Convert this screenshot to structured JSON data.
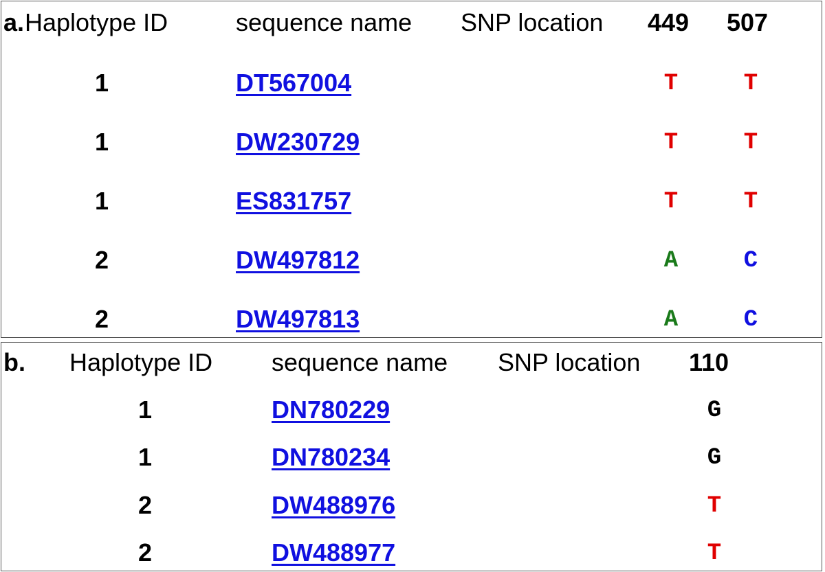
{
  "colors": {
    "link": "#1010e0",
    "T": "#e00000",
    "A": "#1a7a1a",
    "C": "#1010e0",
    "G": "#000000",
    "border": "#555555"
  },
  "panel_a": {
    "label": "a.",
    "headers": {
      "haplotype_id": "Haplotype ID",
      "sequence_name": "sequence name",
      "snp_location": "SNP location",
      "positions": [
        "449",
        "507"
      ]
    },
    "rows": [
      {
        "haplotype": "1",
        "sequence": "DT567004",
        "bases": [
          "T",
          "T"
        ]
      },
      {
        "haplotype": "1",
        "sequence": "DW230729",
        "bases": [
          "T",
          "T"
        ]
      },
      {
        "haplotype": "1",
        "sequence": "ES831757",
        "bases": [
          "T",
          "T"
        ]
      },
      {
        "haplotype": "2",
        "sequence": "DW497812",
        "bases": [
          "A",
          "C"
        ]
      },
      {
        "haplotype": "2",
        "sequence": "DW497813",
        "bases": [
          "A",
          "C"
        ]
      }
    ]
  },
  "panel_b": {
    "label": "b.",
    "headers": {
      "haplotype_id": "Haplotype ID",
      "sequence_name": "sequence name",
      "snp_location": "SNP location",
      "positions": [
        "110"
      ]
    },
    "rows": [
      {
        "haplotype": "1",
        "sequence": "DN780229",
        "bases": [
          "G"
        ]
      },
      {
        "haplotype": "1",
        "sequence": "DN780234",
        "bases": [
          "G"
        ]
      },
      {
        "haplotype": "2",
        "sequence": "DW488976",
        "bases": [
          "T"
        ]
      },
      {
        "haplotype": "2",
        "sequence": "DW488977",
        "bases": [
          "T"
        ]
      }
    ]
  }
}
